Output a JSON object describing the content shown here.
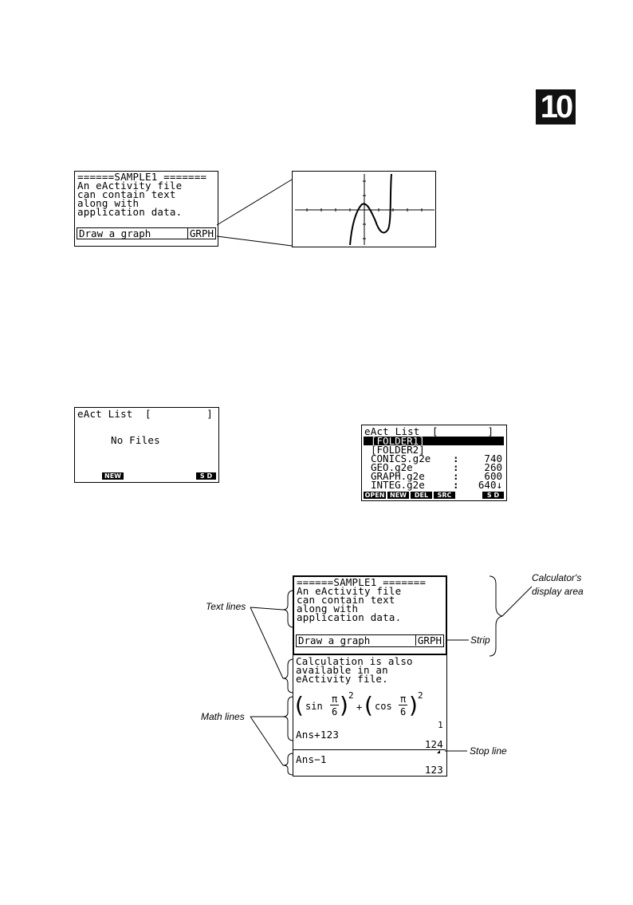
{
  "chapter_badge": "10",
  "figure1": {
    "lines": [
      "======SAMPLE1 =======",
      "An eActivity file",
      "can contain text",
      "along with",
      "application data."
    ],
    "strip_label": "Draw a graph",
    "strip_tag": "GRPH"
  },
  "figure2": {
    "header": "eAct List  [         ]",
    "message": "No Files",
    "fkeys": [
      "NEW",
      "S D"
    ]
  },
  "figure3": {
    "header": "eAct List  [        ]",
    "rows": [
      {
        "name": "[FOLDER1]",
        "size": "",
        "selected": true
      },
      {
        "name": "[FOLDER2]",
        "size": "",
        "selected": false
      },
      {
        "name": "CONICS.g2e",
        "size": "740",
        "selected": false
      },
      {
        "name": "GEO.g2e",
        "size": "260",
        "selected": false
      },
      {
        "name": "GRAPH.g2e",
        "size": "600",
        "selected": false
      },
      {
        "name": "INTEG.g2e",
        "size": "640↓",
        "selected": false
      }
    ],
    "fkeys": [
      "OPEN",
      "NEW",
      "DEL",
      "SRC",
      "S D"
    ]
  },
  "figure4": {
    "lines": [
      "======SAMPLE1 =======",
      "An eActivity file",
      "can contain text",
      "along with",
      "application data."
    ],
    "strip_label": "Draw a graph",
    "strip_tag": "GRPH",
    "calc_lines": [
      "Calculation is also",
      "available in an",
      "eActivity file."
    ],
    "math_sin": "sin",
    "math_cos": "cos",
    "math_pi": "π",
    "math_six": "6",
    "math_exp": "2",
    "math_plus": "+",
    "result1": "1",
    "expr2": "Ans+123",
    "result2": "124",
    "expr3": "Ans−1",
    "result3": "123",
    "labels": {
      "display_area_1": "Calculator's",
      "display_area_2": "display area",
      "text_lines": "Text lines",
      "strip": "Strip",
      "math_lines": "Math lines",
      "stop_line": "Stop line"
    }
  }
}
